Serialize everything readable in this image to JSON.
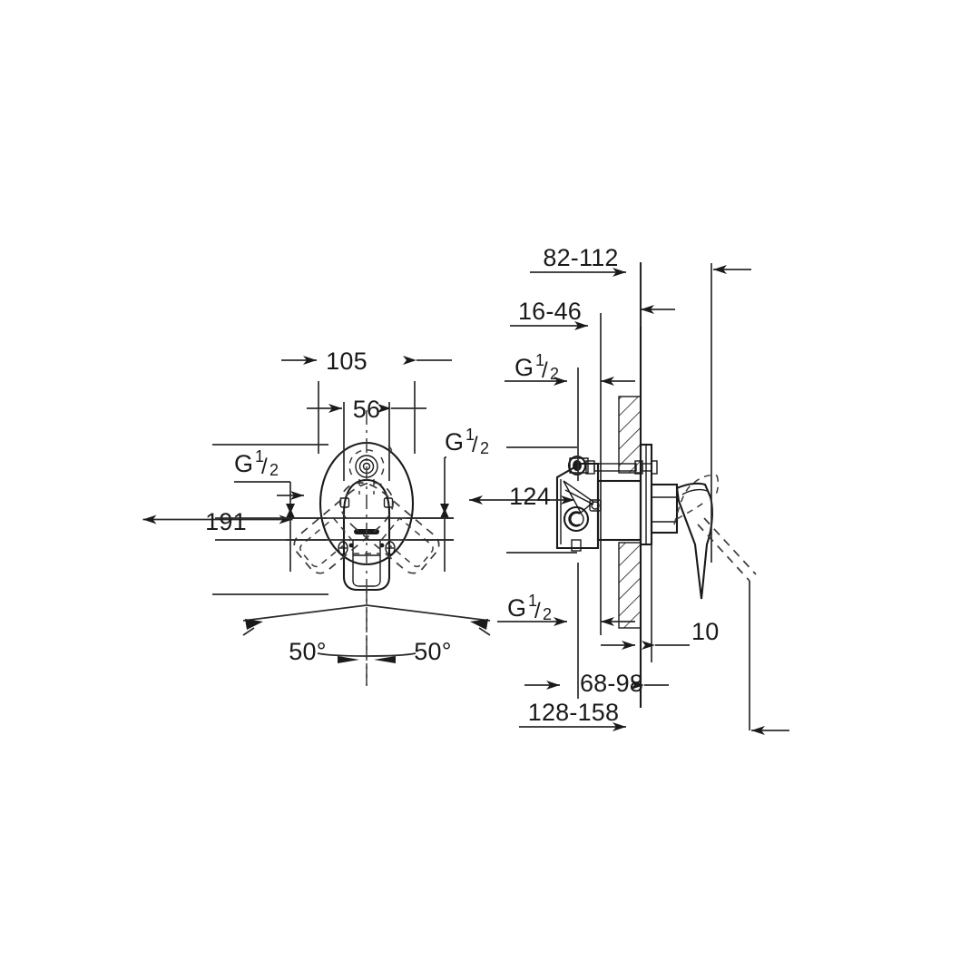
{
  "document": {
    "type": "technical-drawing",
    "subject": "Concealed single-lever bath/shower mixer — installation dimension drawing",
    "units": "mm",
    "background_color": "#ffffff",
    "line_color": "#1a1a1a"
  },
  "views": {
    "front": {
      "name": "front-elevation",
      "description": "Front view of oval escutcheon plate with lever handle, showing handle swing arcs"
    },
    "side": {
      "name": "side-section",
      "description": "Side sectional view through wall showing concealed rough-in body, trim plate and lever"
    }
  },
  "dimensions": {
    "front": {
      "width_outer": "105",
      "width_inner": "56",
      "height_total": "191",
      "angle_left": "50°",
      "angle_right": "50°",
      "thread_left": {
        "letter": "G",
        "numerator": "1",
        "denominator": "2"
      },
      "thread_right": {
        "letter": "G",
        "numerator": "1",
        "denominator": "2"
      }
    },
    "side": {
      "depth_top": "82-112",
      "depth_mid": "16-46",
      "height_body": "124",
      "plate_offset": "10",
      "depth_lower": "68-98",
      "depth_total": "128-158",
      "thread_upper": {
        "letter": "G",
        "numerator": "1",
        "denominator": "2"
      },
      "thread_lower": {
        "letter": "G",
        "numerator": "1",
        "denominator": "2"
      }
    }
  },
  "labels": [
    {
      "id": "front-105",
      "text": "105"
    },
    {
      "id": "front-56",
      "text": "56"
    },
    {
      "id": "front-191",
      "text": "191"
    },
    {
      "id": "front-angle-left",
      "text": "50°"
    },
    {
      "id": "front-angle-right",
      "text": "50°"
    },
    {
      "id": "side-82-112",
      "text": "82-112"
    },
    {
      "id": "side-16-46",
      "text": "16-46"
    },
    {
      "id": "side-124",
      "text": "124"
    },
    {
      "id": "side-10",
      "text": "10"
    },
    {
      "id": "side-68-98",
      "text": "68-98"
    },
    {
      "id": "side-128-158",
      "text": "128-158"
    }
  ],
  "thread_labels": [
    {
      "id": "front-thread-left",
      "letter": "G",
      "numerator": "1",
      "denominator": "2"
    },
    {
      "id": "front-thread-right",
      "letter": "G",
      "numerator": "1",
      "denominator": "2"
    },
    {
      "id": "side-thread-upper",
      "letter": "G",
      "numerator": "1",
      "denominator": "2"
    },
    {
      "id": "side-thread-lower",
      "letter": "G",
      "numerator": "1",
      "denominator": "2"
    }
  ]
}
